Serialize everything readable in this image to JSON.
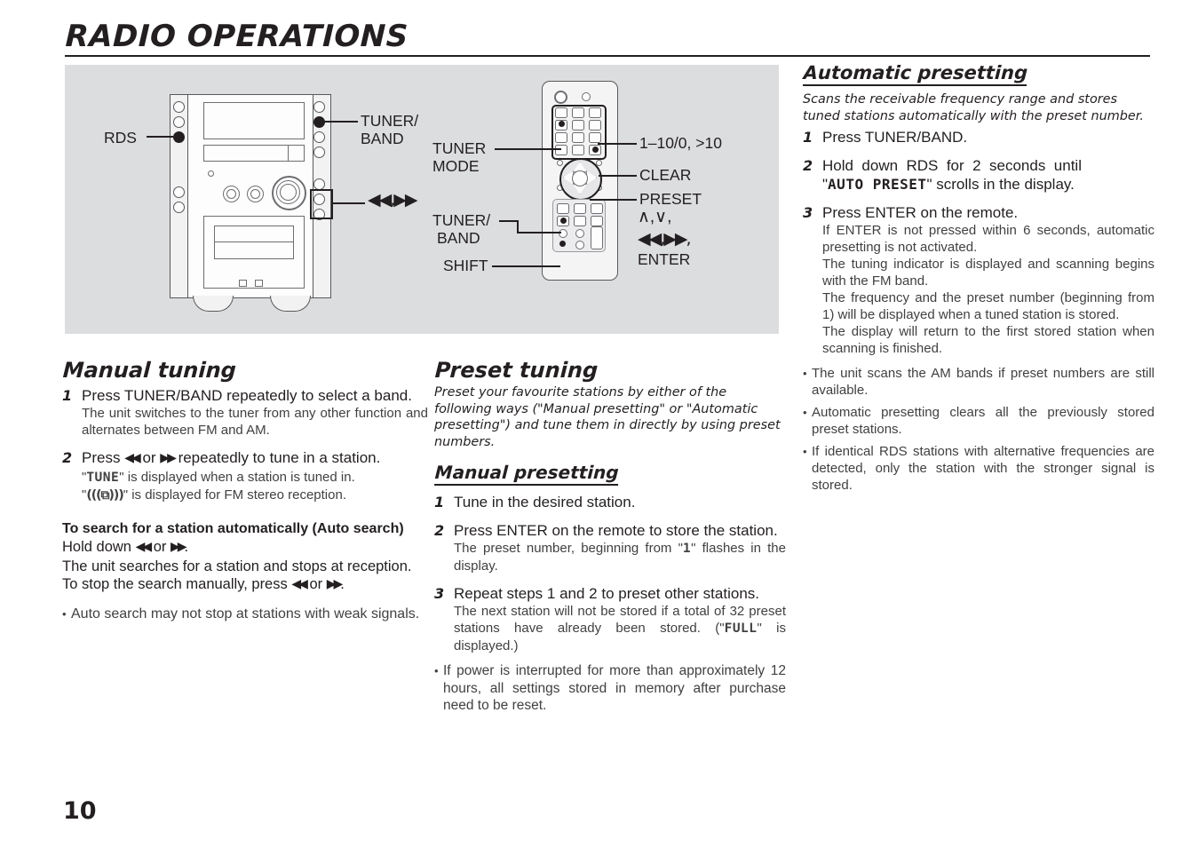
{
  "header": {
    "title": "RADIO OPERATIONS"
  },
  "page_number": "10",
  "diagram": {
    "unit_callouts": {
      "rds": "RDS",
      "tuner_band": "TUNER/\nBAND",
      "skip": "◀◀,▶▶"
    },
    "remote_callouts": {
      "tuner_mode": "TUNER\nMODE",
      "tuner_band": "TUNER/\nBAND",
      "shift": "SHIFT",
      "numbers": "1–10/0, >10",
      "clear": "CLEAR",
      "preset": "PRESET",
      "preset_arrows_line1": "∧,∨,",
      "preset_arrows_line2": "◀◀,▶▶,",
      "preset_enter": "ENTER"
    }
  },
  "manual_tuning": {
    "heading": "Manual tuning",
    "steps": [
      {
        "num": "1",
        "main": "Press TUNER/BAND repeatedly to select a band.",
        "sub": "The unit switches to the tuner from any other function and alternates between FM and AM."
      },
      {
        "num": "2",
        "main_pre": "Press ",
        "main_arrow1": "◀◀",
        "main_mid": " or ",
        "main_arrow2": "▶▶",
        "main_post": " repeatedly to tune in a station.",
        "sub_line1_pre": "\"",
        "sub_line1_lcd": "TUNE",
        "sub_line1_post": "\" is displayed when a station is tuned in.",
        "sub_line2_pre": "\"",
        "sub_line2_glyph": "(((⧉)))",
        "sub_line2_post": "\" is displayed for FM stereo reception."
      }
    ],
    "auto_search": {
      "heading": "To search for a station automatically (Auto search)",
      "line1_pre": "Hold down ",
      "line1_arrow1": "◀◀",
      "line1_mid": " or ",
      "line1_arrow2": "▶▶",
      "line1_post": ".",
      "line2": "The unit searches for a station and stops at reception.",
      "line3_pre": "To stop the search manually, press ",
      "line3_arrow1": "◀◀",
      "line3_mid": " or ",
      "line3_arrow2": "▶▶",
      "line3_post": ".",
      "bullet": "Auto search may not stop at stations with weak signals."
    }
  },
  "preset_tuning": {
    "heading": "Preset tuning",
    "intro": "Preset your favourite stations by either of the following ways (\"Manual presetting\" or \"Automatic presetting\") and tune them in directly by using preset numbers.",
    "manual_presetting": {
      "heading": "Manual presetting",
      "steps": [
        {
          "num": "1",
          "main": "Tune in the desired station.",
          "sub": ""
        },
        {
          "num": "2",
          "main": "Press ENTER on the remote to store the station.",
          "sub_pre": "The preset number, beginning from \"",
          "sub_lcd": "1",
          "sub_post": "\" flashes in the display."
        },
        {
          "num": "3",
          "main": "Repeat steps 1 and 2 to preset other stations.",
          "sub_pre": "The next station will not be stored if a total of 32 preset stations have already been stored. (\"",
          "sub_lcd": "FULL",
          "sub_post": "\" is displayed.)"
        }
      ],
      "bullet": "If power is interrupted for more than approximately 12 hours, all settings stored in memory after purchase need to be reset."
    }
  },
  "automatic_presetting": {
    "heading": "Automatic presetting",
    "intro": "Scans the receivable frequency range and stores tuned stations automatically with the preset number.",
    "steps": [
      {
        "num": "1",
        "main": "Press TUNER/BAND.",
        "sub": ""
      },
      {
        "num": "2",
        "main_pre": "Hold  down  RDS  for  2  seconds  until",
        "main_quote_pre": "\"",
        "main_lcd": "AUTO PRESET",
        "main_quote_post": "\" scrolls in the display."
      },
      {
        "num": "3",
        "main": "Press ENTER on the remote.",
        "sub": "If ENTER is not pressed within 6 seconds, automatic presetting is not activated. The tuning indicator is displayed and scanning begins with the FM band. The frequency and the preset number (beginning from 1) will be displayed when a tuned station is stored. The display will return to the first stored station when scanning is finished.",
        "sub_lines": [
          "If ENTER is not pressed within 6 seconds, automatic presetting is not activated.",
          "The tuning indicator is displayed and scanning begins with the FM band.",
          "The frequency and the preset number (beginning from 1) will be displayed when a tuned station is stored.",
          "The display will return to the first stored station when scanning is finished."
        ]
      }
    ],
    "bullets": [
      "The unit scans the AM bands if preset numbers are still available.",
      "Automatic presetting clears all the previously stored preset stations.",
      "If identical RDS stations with alternative frequencies are detected, only the station with the stronger signal is stored."
    ]
  },
  "colors": {
    "ink": "#231f20",
    "panel_gray": "#dcdddf",
    "body_text": "#414042"
  }
}
